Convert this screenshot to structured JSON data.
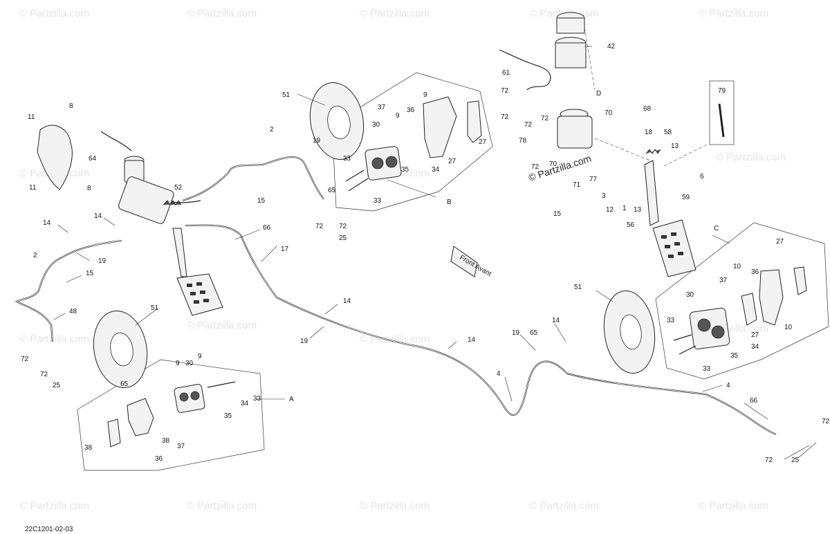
{
  "diagram": {
    "code": "22C1201-02-03",
    "watermark_text": "© Partzilla.com",
    "center_watermark": "© Partzilla.com",
    "front_label": "Front Avant",
    "group_letters": {
      "a": "A",
      "b": "B",
      "c": "C",
      "d": "D"
    },
    "callouts": {
      "c11a": "11",
      "c8a": "8",
      "c64": "64",
      "c11b": "11",
      "c8b": "8",
      "c14a": "14",
      "c14b": "14",
      "c2a": "2",
      "c19a": "19",
      "c15a": "15",
      "c48": "48",
      "c72a": "72",
      "c72b": "72",
      "c25a": "25",
      "c51a": "51",
      "c52": "52",
      "c2b": "2",
      "c19b": "19",
      "c15b": "15",
      "c65a": "65",
      "c66a": "66",
      "c17": "17",
      "c51b": "51",
      "c9a": "9",
      "c37a": "37",
      "c9b": "9",
      "c36a": "36",
      "c30a": "30",
      "c27a": "27",
      "c27b": "27",
      "c33a": "33",
      "c35a": "35",
      "c34a": "34",
      "c33b": "33",
      "c72c": "72",
      "c72d": "72",
      "c25b": "25",
      "c14c": "14",
      "c19c": "19",
      "c14d": "14",
      "c19d": "19",
      "c65b": "65",
      "c14e": "14",
      "c4a": "4",
      "c4b": "4",
      "c66b": "66",
      "c72e": "72",
      "c25c": "25",
      "c72f": "72",
      "c65c": "65",
      "c9c": "9",
      "c30b": "30",
      "c9d": "9",
      "c34b": "34",
      "c33c": "33",
      "c35b": "35",
      "c38a": "38",
      "c38b": "38",
      "c37b": "37",
      "c36b": "36",
      "c42": "42",
      "c61": "61",
      "c72g": "72",
      "c72h": "72",
      "c72i": "72",
      "c70a": "70",
      "c72j": "72",
      "c78": "78",
      "c72k": "72",
      "c70b": "70",
      "c71": "71",
      "c77": "77",
      "c68": "68",
      "c18": "18",
      "c58": "58",
      "c13a": "13",
      "c3": "3",
      "c12": "12",
      "c1": "1",
      "c13b": "13",
      "c59": "59",
      "c6": "6",
      "c15c": "15",
      "c56": "56",
      "c79": "79",
      "c27c": "27",
      "c10a": "10",
      "c36c": "36",
      "c37c": "37",
      "c30c": "30",
      "c33d": "33",
      "c10b": "10",
      "c27d": "27",
      "c34c": "34",
      "c35c": "35",
      "c33e": "33",
      "c51c": "51"
    }
  }
}
